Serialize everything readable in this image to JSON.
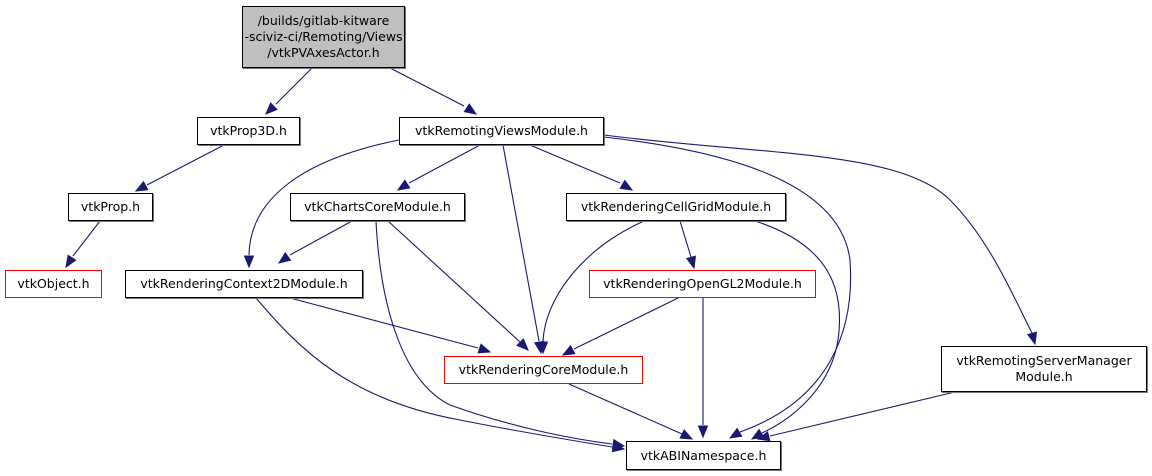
{
  "diagram": {
    "type": "include-dependency-graph",
    "colors": {
      "edge": "#191970",
      "root_fill": "#bfbfbf",
      "node_border": "#000000",
      "incomplete_node_border": "#ff0000"
    },
    "nodes": [
      {
        "id": "root",
        "label": "/builds/gitlab-kitware\n-sciviz-ci/Remoting/Views\n/vtkPVAxesActor.h",
        "style": "root"
      },
      {
        "id": "prop3d",
        "label": "vtkProp3D.h",
        "style": "normal"
      },
      {
        "id": "remviews",
        "label": "vtkRemotingViewsModule.h",
        "style": "normal"
      },
      {
        "id": "prop",
        "label": "vtkProp.h",
        "style": "normal"
      },
      {
        "id": "chartscore",
        "label": "vtkChartsCoreModule.h",
        "style": "normal"
      },
      {
        "id": "cellgrid",
        "label": "vtkRenderingCellGridModule.h",
        "style": "normal"
      },
      {
        "id": "object",
        "label": "vtkObject.h",
        "style": "red"
      },
      {
        "id": "ctx2d",
        "label": "vtkRenderingContext2DModule.h",
        "style": "normal"
      },
      {
        "id": "opengl2",
        "label": "vtkRenderingOpenGL2Module.h",
        "style": "red"
      },
      {
        "id": "rcore",
        "label": "vtkRenderingCoreModule.h",
        "style": "red"
      },
      {
        "id": "servermgr",
        "label": "vtkRemotingServerManager\nModule.h",
        "style": "normal"
      },
      {
        "id": "abi",
        "label": "vtkABINamespace.h",
        "style": "normal"
      }
    ],
    "edges": [
      {
        "from": "root",
        "to": "prop3d"
      },
      {
        "from": "root",
        "to": "remviews"
      },
      {
        "from": "prop3d",
        "to": "prop"
      },
      {
        "from": "prop",
        "to": "object"
      },
      {
        "from": "remviews",
        "to": "ctx2d"
      },
      {
        "from": "remviews",
        "to": "chartscore"
      },
      {
        "from": "remviews",
        "to": "rcore"
      },
      {
        "from": "remviews",
        "to": "cellgrid"
      },
      {
        "from": "remviews",
        "to": "abi"
      },
      {
        "from": "remviews",
        "to": "servermgr"
      },
      {
        "from": "chartscore",
        "to": "ctx2d"
      },
      {
        "from": "chartscore",
        "to": "rcore"
      },
      {
        "from": "chartscore",
        "to": "abi"
      },
      {
        "from": "cellgrid",
        "to": "rcore"
      },
      {
        "from": "cellgrid",
        "to": "opengl2"
      },
      {
        "from": "cellgrid",
        "to": "abi"
      },
      {
        "from": "ctx2d",
        "to": "rcore"
      },
      {
        "from": "ctx2d",
        "to": "abi"
      },
      {
        "from": "opengl2",
        "to": "rcore"
      },
      {
        "from": "opengl2",
        "to": "abi"
      },
      {
        "from": "rcore",
        "to": "abi"
      },
      {
        "from": "servermgr",
        "to": "abi"
      }
    ]
  }
}
